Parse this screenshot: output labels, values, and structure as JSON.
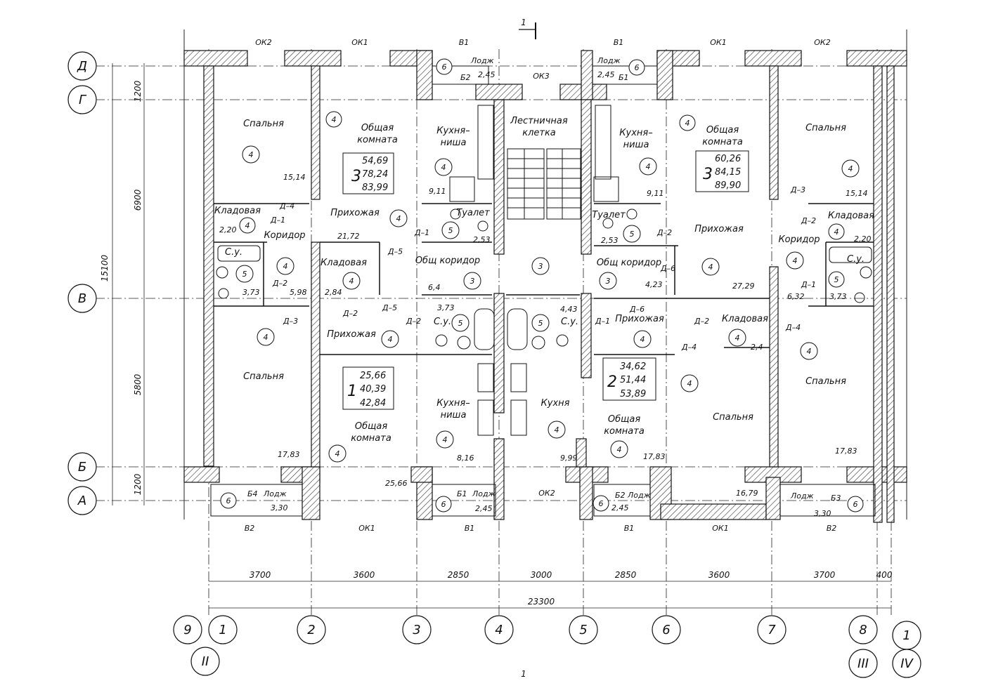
{
  "axes": {
    "rows": [
      "Д",
      "Г",
      "В",
      "Б",
      "А"
    ],
    "columns": [
      "1",
      "2",
      "3",
      "4",
      "5",
      "6",
      "7",
      "8",
      "1"
    ],
    "extra_columns": [
      "9",
      "II",
      "III",
      "IV"
    ]
  },
  "section_mark": "1",
  "sheet_mark": "1",
  "dimensions": {
    "vertical": [
      "1200",
      "6900",
      "15100",
      "5800",
      "1200"
    ],
    "horizontal": [
      "3700",
      "3600",
      "2850",
      "3000",
      "2850",
      "3600",
      "3700",
      "400"
    ],
    "total": "23300"
  },
  "windows": {
    "top": [
      "ОК2",
      "ОК1",
      "В1",
      "В1",
      "ОК1",
      "ОК2",
      "ОК3"
    ],
    "bottom": [
      "В2",
      "ОК1",
      "В1",
      "ОК2",
      "В1",
      "ОК1",
      "В2"
    ]
  },
  "apartments": [
    {
      "id": "ap3-left",
      "rooms": "3",
      "a": "54,69",
      "b": "78,24",
      "c": "83,99"
    },
    {
      "id": "ap3-right",
      "rooms": "3",
      "a": "60,26",
      "b": "84,15",
      "c": "89,90"
    },
    {
      "id": "ap1",
      "rooms": "1",
      "a": "25,66",
      "b": "40,39",
      "c": "42,84"
    },
    {
      "id": "ap2",
      "rooms": "2",
      "a": "34,62",
      "b": "51,44",
      "c": "53,89"
    }
  ],
  "rooms": {
    "bedroom": "Спальня",
    "living": "Общая комната",
    "living_l1": "Общая",
    "living_l2": "комната",
    "kitchen_niche_l1": "Кухня–",
    "kitchen_niche_l2": "ниша",
    "kitchen": "Кухня",
    "hall": "Прихожая",
    "pantry": "Кладовая",
    "corridor": "Коридор",
    "common_corridor": "Общ коридор",
    "stair_l1": "Лестничная",
    "stair_l2": "клетка",
    "toilet": "Туалет",
    "bath": "С.у.",
    "loggia": "Лодж"
  },
  "areas": [
    "15,14",
    "9,11",
    "2,20",
    "21,72",
    "2,53",
    "3,73",
    "5,98",
    "2,84",
    "6,4",
    "4,43",
    "4,23",
    "27,29",
    "6,32",
    "2,4",
    "17,83",
    "25,66",
    "8,16",
    "9,99",
    "16,79",
    "2,45",
    "3,30"
  ],
  "doors": [
    "Д–1",
    "Д–2",
    "Д–3",
    "Д–4",
    "Д–5",
    "Д–6"
  ],
  "balconies": [
    "Б1",
    "Б2",
    "Б3",
    "Б4"
  ],
  "finish_codes": [
    "3",
    "4",
    "5",
    "6"
  ]
}
